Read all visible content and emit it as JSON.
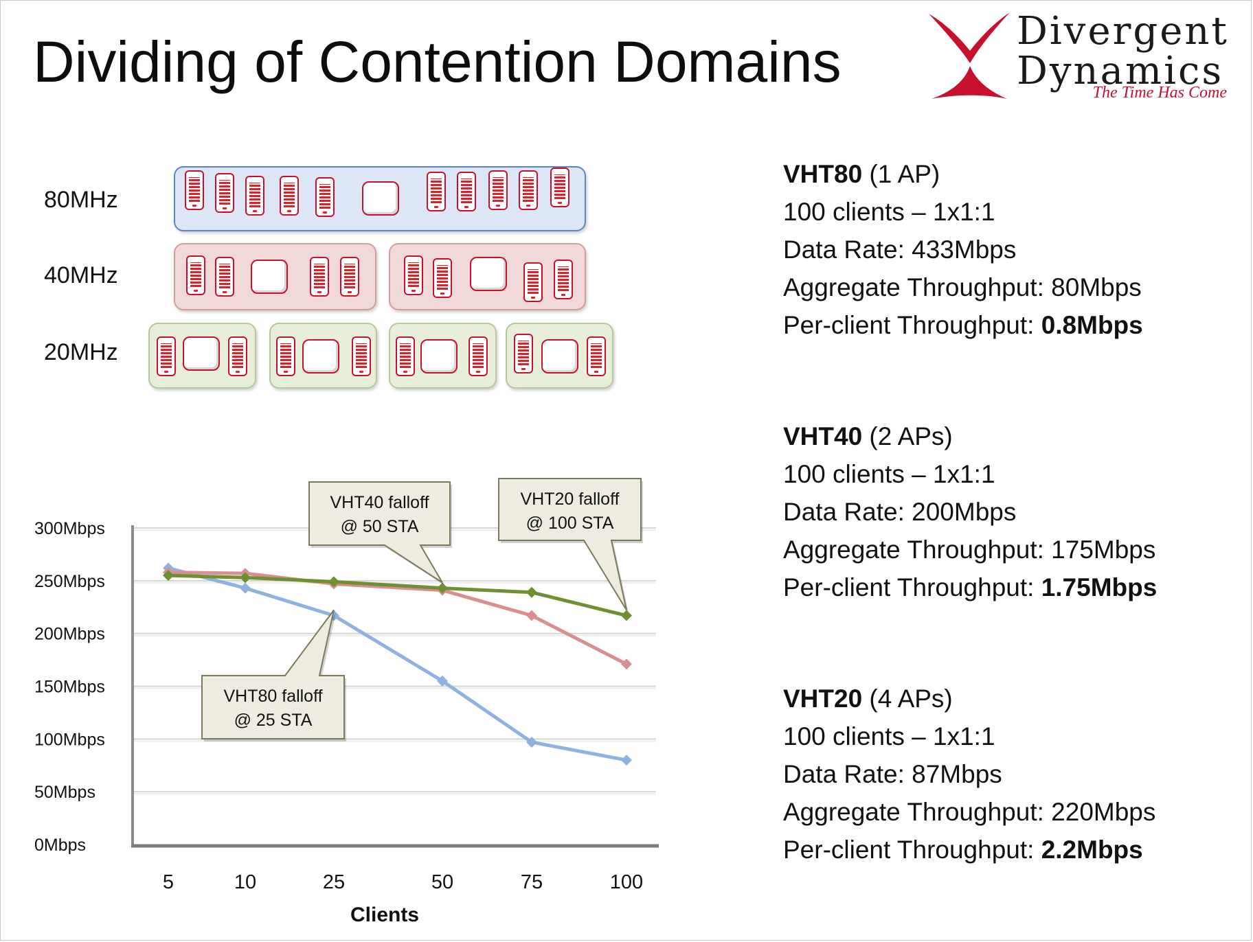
{
  "slide": {
    "title": "Dividing of Contention Domains"
  },
  "logo": {
    "line1": "Divergent",
    "line2": "Dynamics",
    "tagline": "The Time Has Come",
    "accent_color": "#c8102e"
  },
  "bands": [
    {
      "label": "80MHz",
      "color": "blue"
    },
    {
      "label": "40MHz",
      "color": "red"
    },
    {
      "label": "20MHz",
      "color": "green"
    }
  ],
  "icons": {
    "client": "mobile-device-icon",
    "ap": "access-point-icon"
  },
  "info_blocks": [
    {
      "name": "VHT80",
      "aps": " (1 AP)",
      "clients": "100 clients – 1x1:1",
      "data_rate": "Data Rate: 433Mbps",
      "aggregate": "Aggregate Throughput: 80Mbps",
      "per_client_label": "Per-client Throughput: ",
      "per_client_value": "0.8Mbps"
    },
    {
      "name": "VHT40",
      "aps": " (2 APs)",
      "clients": "100 clients – 1x1:1",
      "data_rate": "Data Rate: 200Mbps",
      "aggregate": "Aggregate Throughput: 175Mbps",
      "per_client_label": "Per-client Throughput: ",
      "per_client_value": "1.75Mbps"
    },
    {
      "name": "VHT20",
      "aps": " (4 APs)",
      "clients": "100 clients – 1x1:1",
      "data_rate": "Data Rate: 87Mbps",
      "aggregate": "Aggregate Throughput: 220Mbps",
      "per_client_label": "Per-client Throughput: ",
      "per_client_value": "2.2Mbps"
    }
  ],
  "chart_data": {
    "type": "line",
    "categories": [
      "5",
      "10",
      "25",
      "50",
      "75",
      "100"
    ],
    "series": [
      {
        "values": [
          262,
          243,
          217,
          155,
          97,
          80
        ],
        "color": "#8fb3e0"
      },
      {
        "values": [
          258,
          257,
          247,
          241,
          217,
          171
        ],
        "color": "#d98f8f"
      },
      {
        "values": [
          255,
          253,
          249,
          243,
          239,
          217
        ],
        "color": "#6f8f32"
      }
    ],
    "yticks": [
      "0Mbps",
      "50Mbps",
      "100Mbps",
      "150Mbps",
      "200Mbps",
      "250Mbps",
      "300Mbps"
    ],
    "ylim": [
      0,
      300
    ],
    "xlabel": "Clients",
    "grid": true,
    "annotations": [
      {
        "line1": "VHT40 falloff",
        "line2": "@ 50 STA",
        "category_index": 3,
        "value": 243
      },
      {
        "line1": "VHT20 falloff",
        "line2": "@ 100 STA",
        "category_index": 5,
        "value": 217
      },
      {
        "line1": "VHT80 falloff",
        "line2": "@ 25 STA",
        "category_index": 2,
        "value": 217
      }
    ]
  }
}
